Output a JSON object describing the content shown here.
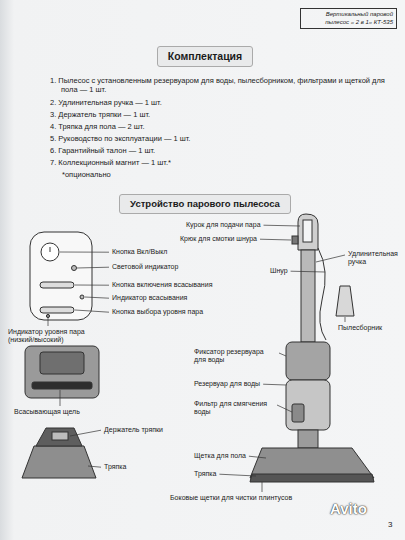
{
  "diagram": {
    "nodes": [
      {
        "text": [
          "Вертикальный паровой пылесос « 2 в 1» КТ-535"
        ]
      },
      {
        "text": [
          "Комплектация"
        ]
      },
      {
        "text": [
          "Устройство парового пылесоса"
        ]
      }
    ],
    "labels": [
      "1. Пылесос с установленным резервуаром для воды, пылесборником, фильтрами и щеткой для пола — 1 шт.",
      "2. Удлинительная ручка — 1 шт.",
      "3. Держатель тряпки — 1 шт.",
      "4. Тряпка для пола — 2 шт.",
      "5. Руководство по эксплуатации — 1 шт.",
      "6. Гарантийный талон — 1 шт.",
      "7. Коллекционный магнит — 1 шт.*",
      "*опционально",
      "Курок для подачи пара",
      "Крюк для смотки шнура",
      "Кнопка Вкл/Выкл",
      "Световой индикатор",
      "Удлинительная ручка",
      "Шнур",
      "Кнопка включения всасывания",
      "Индикатор всасывания",
      "Кнопка выбора уровня пара",
      "Индикатор уровня пара (низкий/высокий)",
      "Пылесборник",
      "Фиксатор резервуара для воды",
      "Резервуар для воды",
      "Фильтр для смягчения воды",
      "Всасывающая щель",
      "Держатель тряпки",
      "Щетка для пола",
      "Тряпка",
      "Тряпка",
      "Боковые щетки для чистки плинтусов",
      "3",
      "Avito"
    ]
  }
}
